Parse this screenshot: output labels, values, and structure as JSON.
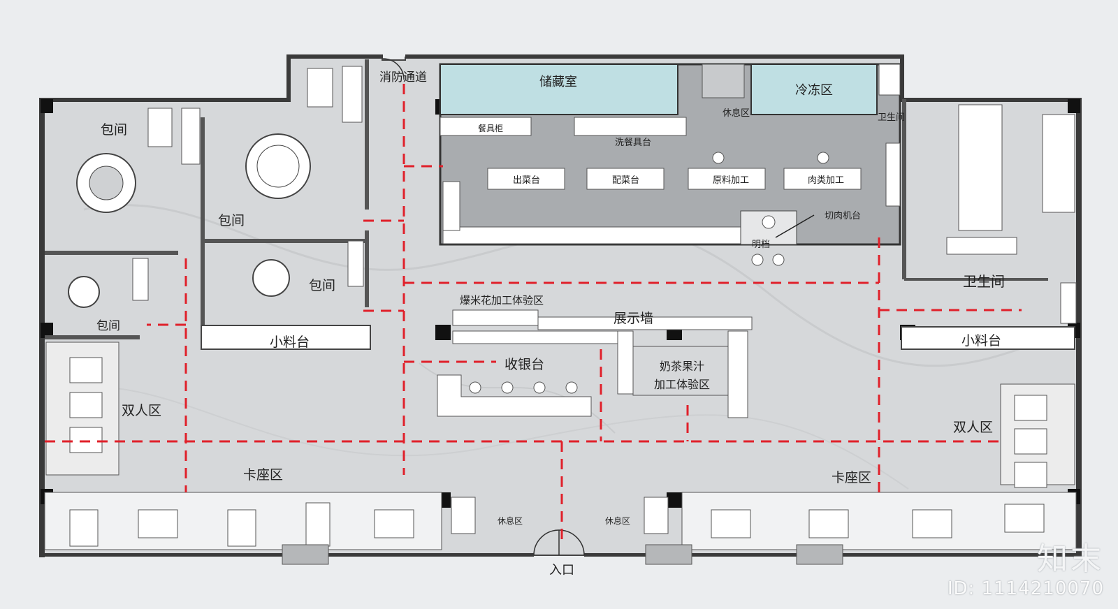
{
  "colors": {
    "floor": "#d3d5d7",
    "wall": "#555555",
    "kitchen": "#a9acaf",
    "cold_room": "#bfdfe3",
    "route": "#e0202a",
    "furniture": "#ffffff"
  },
  "labels": {
    "fire_exit": "消防通道",
    "storage": "储藏室",
    "freezer": "冷冻区",
    "staff_rest": "休息区",
    "restroom_small": "卫生间",
    "cabinet": "餐具柜",
    "dish_wash": "洗餐具台",
    "serving_counter": "出菜台",
    "prep_counter": "配菜台",
    "raw_process": "原料加工",
    "meat_process": "肉类加工",
    "meat_cutter": "切肉机台",
    "open_counter": "明档",
    "private_room_1": "包间",
    "private_room_2": "包间",
    "private_room_3": "包间",
    "private_room_4": "包间",
    "popcorn_zone": "爆米花加工体验区",
    "display_wall": "展示墙",
    "cashier": "收银台",
    "tea_line1": "奶茶果汁",
    "tea_line2": "加工体验区",
    "condiment_left": "小料台",
    "condiment_right": "小料台",
    "restroom": "卫生间",
    "double_left": "双人区",
    "double_right": "双人区",
    "booth_left": "卡座区",
    "booth_right": "卡座区",
    "lounge_left": "休息区",
    "lounge_right": "休息区",
    "entrance": "入口"
  },
  "watermark": {
    "logo": "知末",
    "id": "ID: 1114210070"
  }
}
